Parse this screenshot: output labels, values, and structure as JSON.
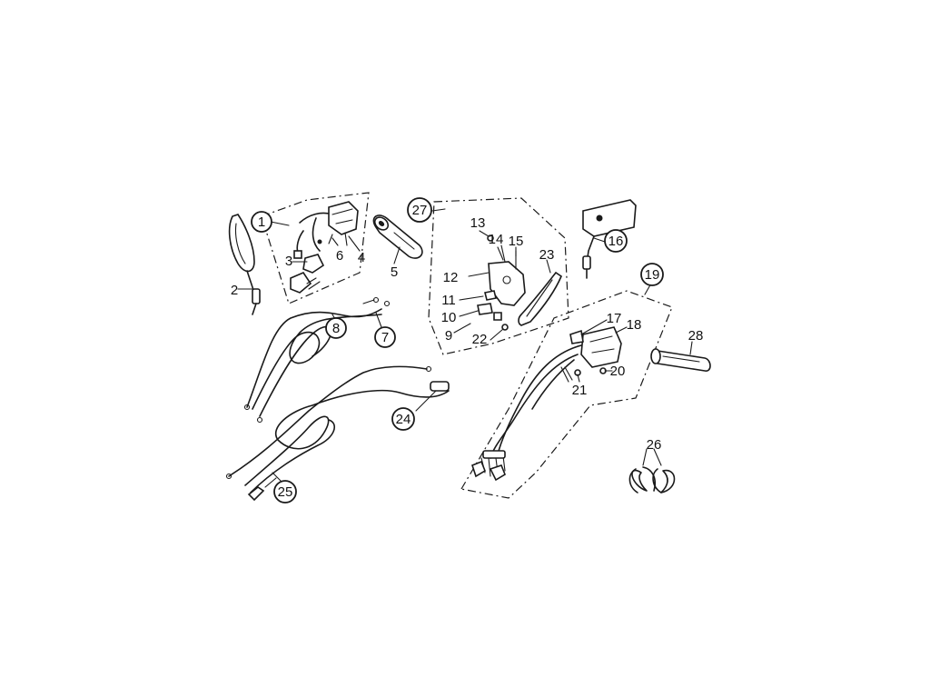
{
  "diagram": {
    "callouts": [
      {
        "id": "c1",
        "text": "1",
        "circled": true
      },
      {
        "id": "c2",
        "text": "2",
        "circled": false
      },
      {
        "id": "c3",
        "text": "3",
        "circled": false
      },
      {
        "id": "c4",
        "text": "4",
        "circled": false
      },
      {
        "id": "c5",
        "text": "5",
        "circled": false
      },
      {
        "id": "c6",
        "text": "6",
        "circled": false
      },
      {
        "id": "c7",
        "text": "7",
        "circled": true
      },
      {
        "id": "c8",
        "text": "8",
        "circled": true
      },
      {
        "id": "c9",
        "text": "9",
        "circled": false
      },
      {
        "id": "c10",
        "text": "10",
        "circled": false
      },
      {
        "id": "c11",
        "text": "11",
        "circled": false
      },
      {
        "id": "c12",
        "text": "12",
        "circled": false
      },
      {
        "id": "c13",
        "text": "13",
        "circled": false
      },
      {
        "id": "c14",
        "text": "14",
        "circled": false
      },
      {
        "id": "c15",
        "text": "15",
        "circled": false
      },
      {
        "id": "c16",
        "text": "16",
        "circled": true
      },
      {
        "id": "c17",
        "text": "17",
        "circled": false
      },
      {
        "id": "c18",
        "text": "18",
        "circled": false
      },
      {
        "id": "c19",
        "text": "19",
        "circled": true
      },
      {
        "id": "c20",
        "text": "20",
        "circled": false
      },
      {
        "id": "c21",
        "text": "21",
        "circled": false
      },
      {
        "id": "c22",
        "text": "22",
        "circled": false
      },
      {
        "id": "c23",
        "text": "23",
        "circled": false
      },
      {
        "id": "c24",
        "text": "24",
        "circled": true
      },
      {
        "id": "c25",
        "text": "25",
        "circled": true
      },
      {
        "id": "c26",
        "text": "26",
        "circled": false
      },
      {
        "id": "c27",
        "text": "27",
        "circled": true
      },
      {
        "id": "c28",
        "text": "28",
        "circled": false
      }
    ]
  }
}
